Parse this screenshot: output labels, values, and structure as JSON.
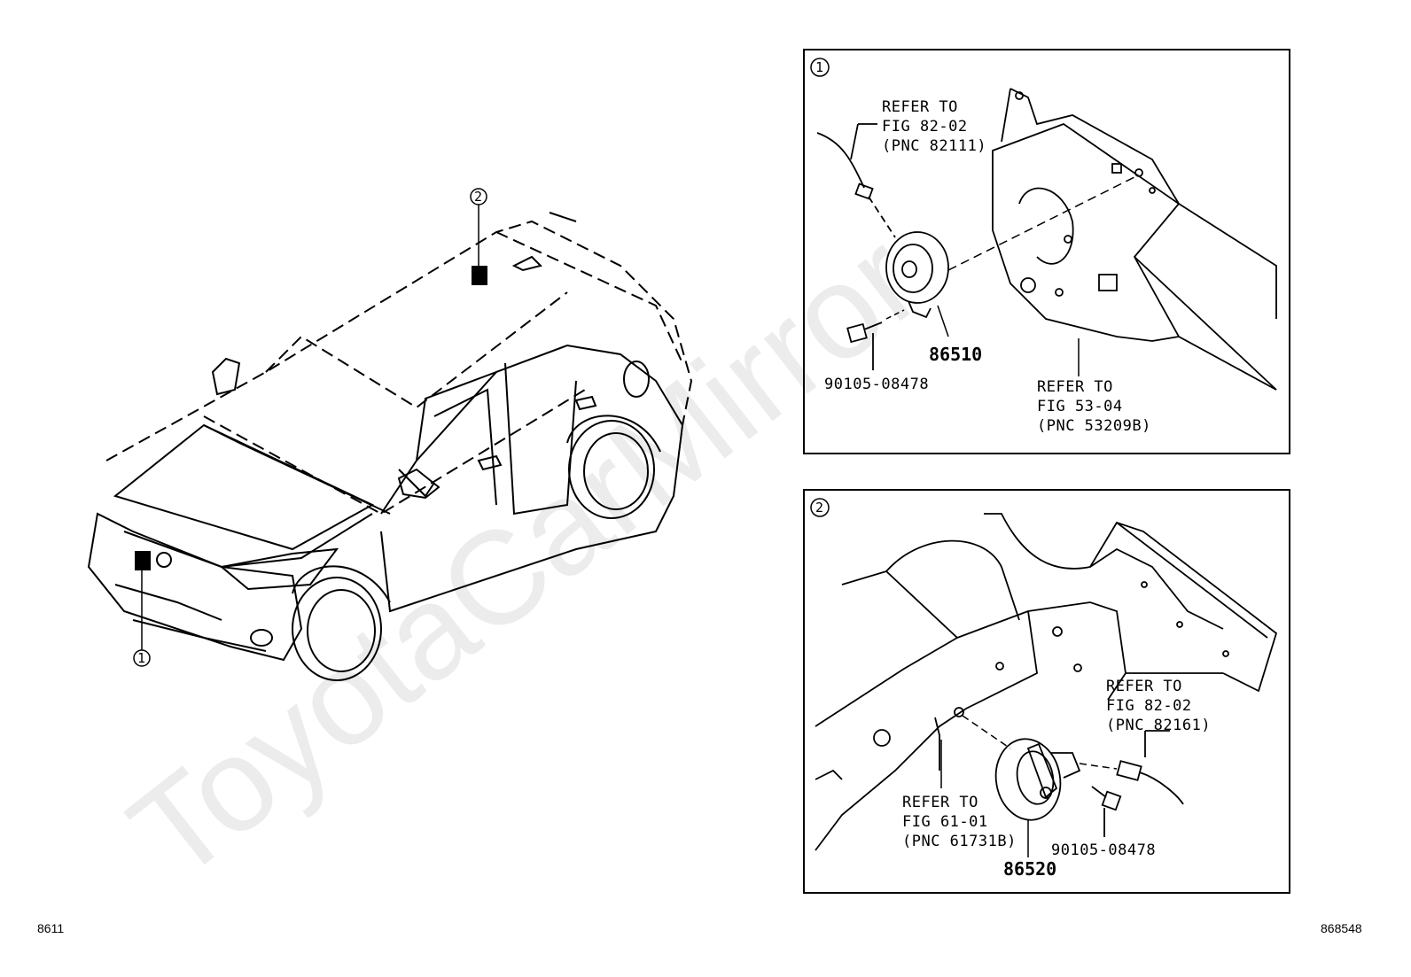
{
  "watermark": "ToyotaCarMirror",
  "footer": {
    "left_code": "8611",
    "right_code": "868548"
  },
  "overview": {
    "callout_1": "1",
    "callout_2": "2"
  },
  "panel_1": {
    "marker": "1",
    "wire_ref": [
      "REFER TO",
      "FIG 82-02",
      "(PNC 82111)"
    ],
    "horn_part": "86510",
    "bolt_part": "90105-08478",
    "body_ref": [
      "REFER TO",
      "FIG 53-04",
      "(PNC 53209B)"
    ]
  },
  "panel_2": {
    "marker": "2",
    "wire_ref": [
      "REFER TO",
      "FIG 82-02",
      "(PNC 82161)"
    ],
    "body_ref": [
      "REFER TO",
      "FIG 61-01",
      "(PNC 61731B)"
    ],
    "horn_part": "86520",
    "bolt_part": "90105-08478"
  }
}
